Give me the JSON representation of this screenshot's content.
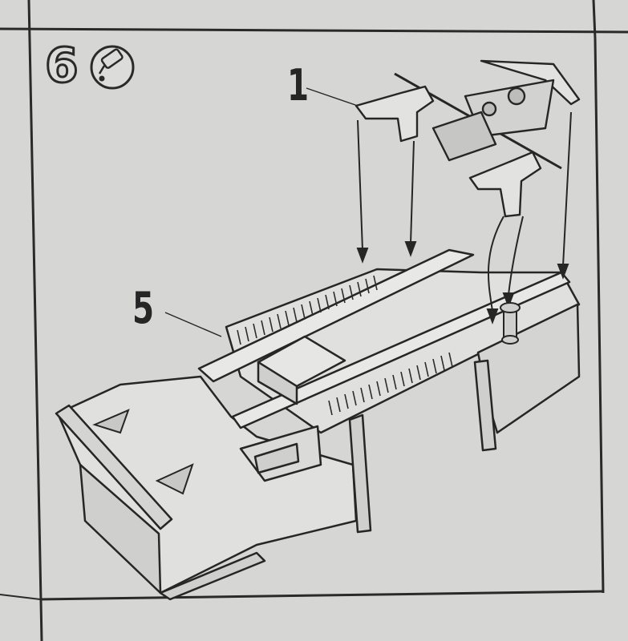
{
  "step": {
    "number": "6",
    "glue_icon": "glue-tube-icon"
  },
  "callouts": [
    {
      "label": "1"
    },
    {
      "label": "5"
    }
  ],
  "colors": {
    "paper": "#d6d6d4",
    "ink": "#262626",
    "panel": "#d9d9d7"
  }
}
